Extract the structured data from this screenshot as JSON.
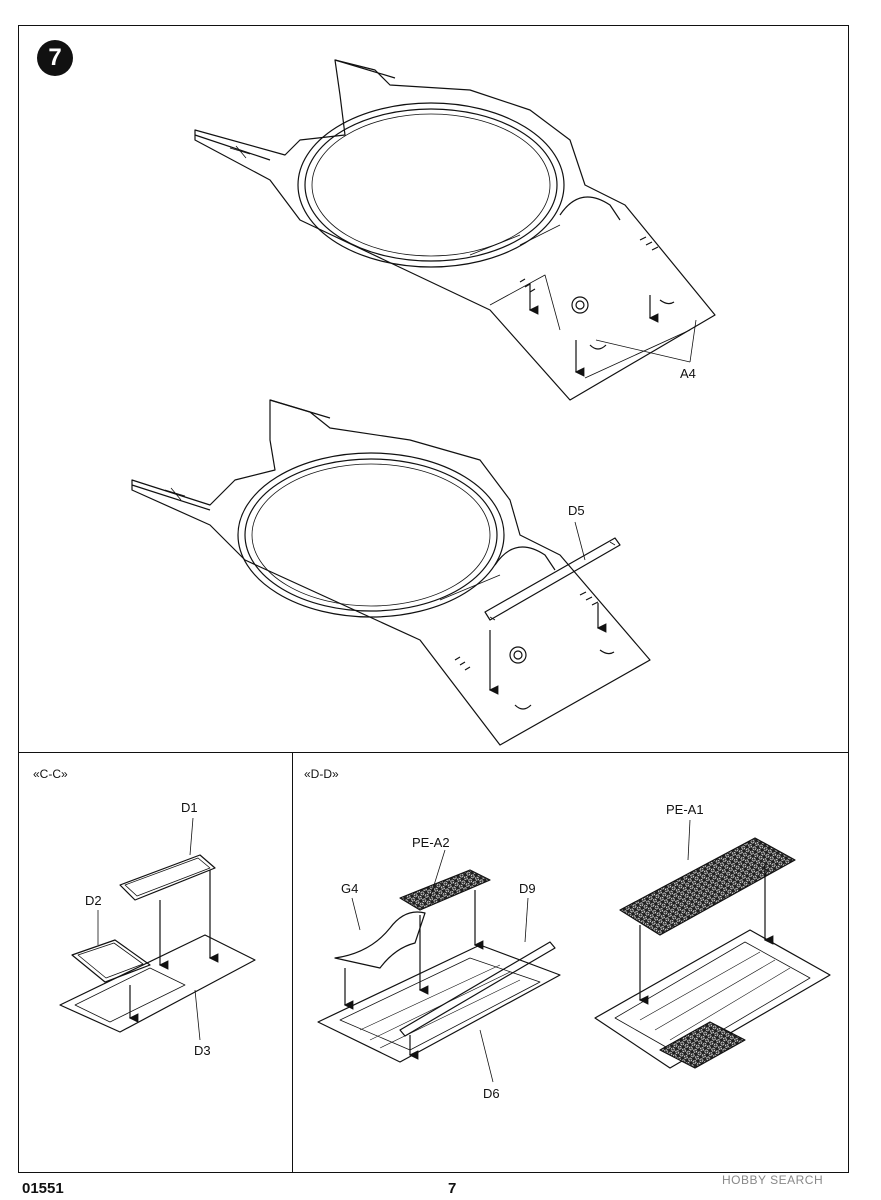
{
  "step": {
    "number": "7"
  },
  "labels": {
    "a4": "A4",
    "d5": "D5",
    "d1": "D1",
    "d2": "D2",
    "d3": "D3",
    "pe_a2": "PE-A2",
    "g4": "G4",
    "d9": "D9",
    "d6": "D6",
    "pe_a1": "PE-A1"
  },
  "sections": {
    "cc": "«C-C»",
    "dd": "«D-D»"
  },
  "footer": {
    "product_code": "01551",
    "page_number": "7",
    "watermark": "HOBBY SEARCH"
  }
}
